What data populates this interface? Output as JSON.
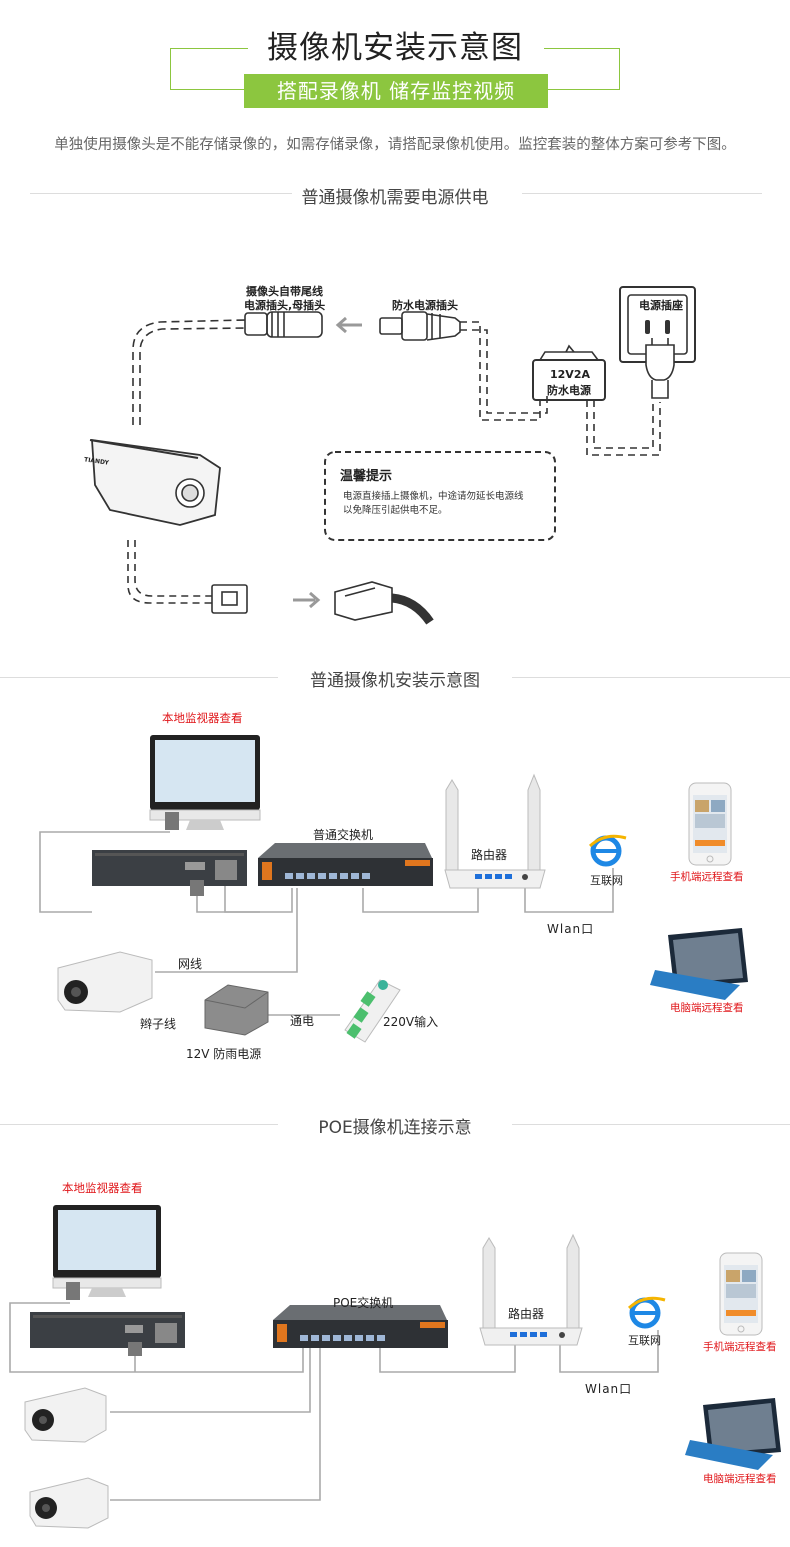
{
  "header": {
    "title": "摄像机安装示意图",
    "banner": "搭配录像机  储存监控视频",
    "intro": "单独使用摄像头是不能存储录像的，如需存储录像，请搭配录像机使用。监控套装的整体方案可参考下图。"
  },
  "section1": {
    "title": "普通摄像机需要电源供电",
    "camera_tail_label_1": "摄像头自带尾线",
    "camera_tail_label_2": "电源插头,母插头",
    "waterproof_plug_label": "防水电源插头",
    "socket_label": "电源插座",
    "adapter_label_1": "12V2A",
    "adapter_label_2": "防水电源",
    "tip_title": "温馨提示",
    "tip_line_1": "电源直接插上摄像机，中途请勿延长电源线",
    "tip_line_2": "以免降压引起供电不足。",
    "camera_brand": "TIANDY"
  },
  "section2": {
    "title": "普通摄像机安装示意图",
    "monitor_label": "本地监视器查看",
    "switch_label": "普通交换机",
    "router_label": "路由器",
    "internet_label": "互联网",
    "mobile_label": "手机端远程查看",
    "wlan_label": "Wlan口",
    "pc_label": "电脑端远程查看",
    "network_cable_label": "网线",
    "pigtail_label": "辫子线",
    "power_label": "12V 防雨电源",
    "power_link_label": "通电",
    "input_label": "220V输入"
  },
  "section3": {
    "title": "POE摄像机连接示意",
    "monitor_label": "本地监视器查看",
    "switch_label": "POE交换机",
    "router_label": "路由器",
    "internet_label": "互联网",
    "mobile_label": "手机端远程查看",
    "wlan_label": "Wlan口",
    "pc_label": "电脑端远程查看"
  },
  "colors": {
    "accent_green": "#8cc63f",
    "label_red": "#e0161a",
    "ie_blue": "#1e88e5",
    "ie_yellow": "#f5b400"
  }
}
